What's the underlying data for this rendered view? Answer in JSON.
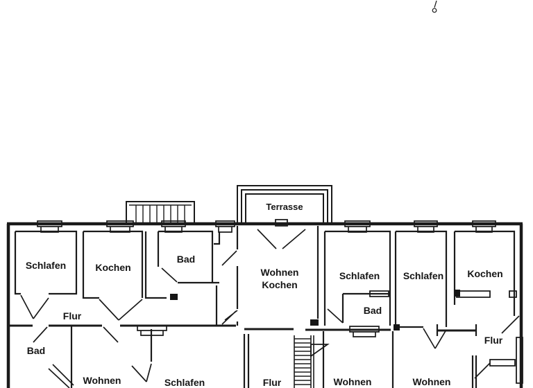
{
  "figure": {
    "type": "apartment-floor-plan",
    "background_color": "#ffffff",
    "line_color": "#1a1a1a"
  },
  "rooms": {
    "terrasse": "Terrasse",
    "schlafen_top_left": "Schlafen",
    "kochen_top_left": "Kochen",
    "bad_top": "Bad",
    "wohnen_kochen_line1": "Wohnen",
    "wohnen_kochen_line2": "Kochen",
    "schlafen_top_mid": "Schlafen",
    "schlafen_top_right": "Schlafen",
    "kochen_top_right": "Kochen",
    "flur_left": "Flur",
    "bad_mid": "Bad",
    "bad_bottom_left": "Bad",
    "flur_right": "Flur",
    "wohnen_bottom_left": "Wohnen",
    "schlafen_bottom": "Schlafen",
    "flur_bottom": "Flur",
    "wohnen_bottom_mid": "Wohnen",
    "wohnen_bottom_right": "Wohnen"
  }
}
